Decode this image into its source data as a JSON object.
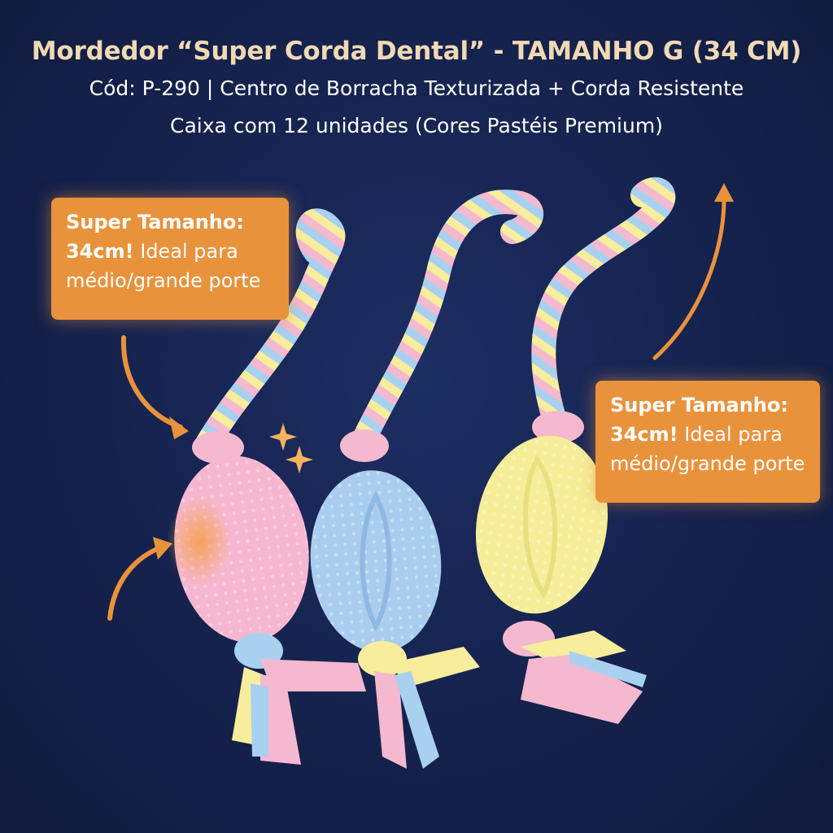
{
  "header": {
    "title": "Mordedor “Super Corda Dental” - TAMANHO G (34 CM)",
    "line2": "Cód: P-290 | Centro de Borracha Texturizada + Corda Resistente",
    "line3": "Caixa com 12 unidades (Cores Pastéis Premium)"
  },
  "callouts": [
    {
      "bold1": "Super Tamanho:",
      "bold2": "34cm!",
      "rest2": " Ideal para",
      "line3": "médio/grande porte"
    },
    {
      "bold1": "Super Tamanho:",
      "bold2": "34cm!",
      "rest2": " Ideal para",
      "line3": "médio/grande porte"
    }
  ],
  "toys": [
    {
      "color": "pink",
      "ball": "#f7b6cf"
    },
    {
      "color": "blue",
      "ball": "#a9cdee"
    },
    {
      "color": "yellow",
      "ball": "#f5ed98"
    }
  ],
  "colors": {
    "accent": "#e9923c",
    "title": "#f1d9b4",
    "background": "#15224d",
    "rope_pink": "#f4b8cf",
    "rope_blue": "#a8d1f0",
    "rope_yellow": "#f7ed9c"
  }
}
